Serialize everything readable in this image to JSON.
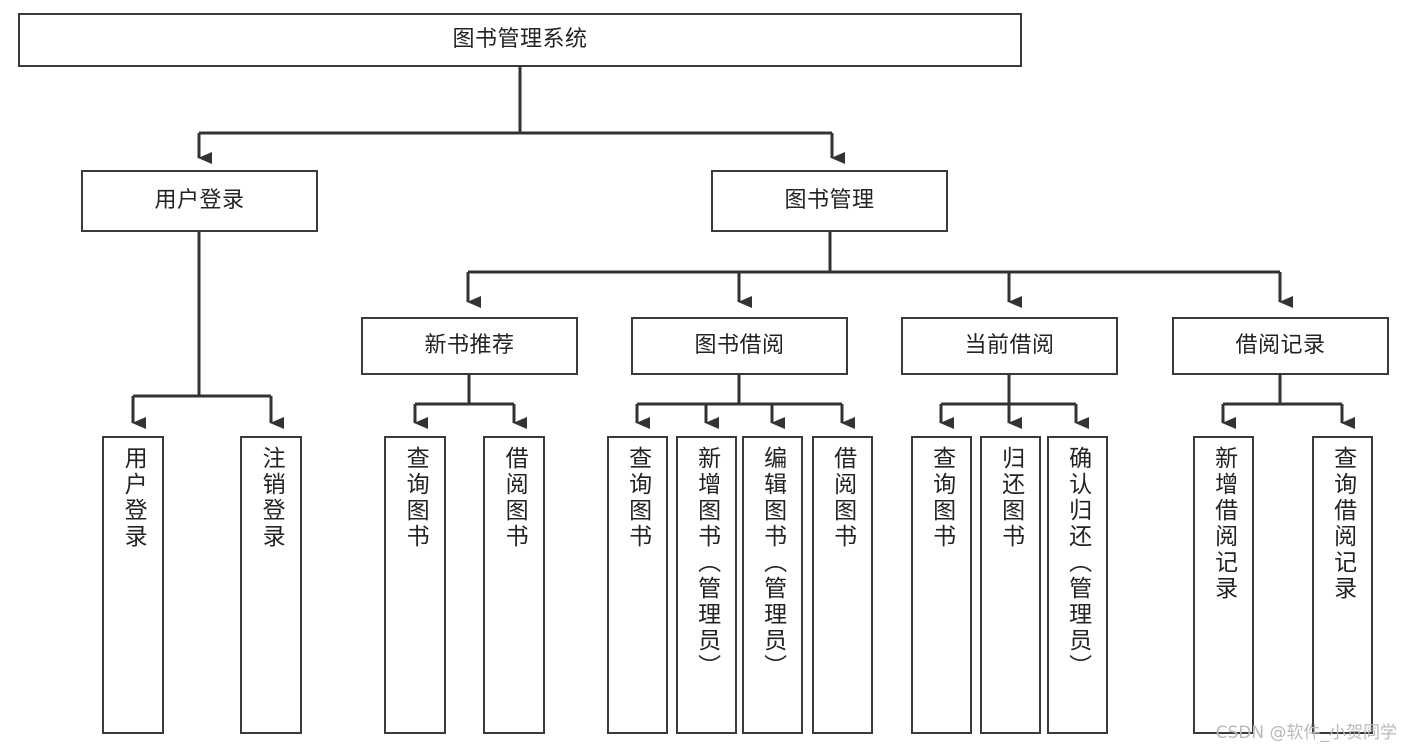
{
  "diagram": {
    "title": "图书管理系统",
    "type": "tree-structure-chart",
    "orientation": "top-down",
    "colors": {
      "box_border": "#3a3a3a",
      "box_fill": "#ffffff",
      "edge": "#333333",
      "text": "#232323",
      "watermark": "#b9b9b9"
    },
    "nodes": {
      "root": {
        "label": "图书管理系统"
      },
      "level2": [
        {
          "id": "user-login",
          "label": "用户登录"
        },
        {
          "id": "book-management",
          "label": "图书管理"
        }
      ],
      "level3": [
        {
          "id": "new-book-recommend",
          "label": "新书推荐"
        },
        {
          "id": "book-borrow",
          "label": "图书借阅"
        },
        {
          "id": "current-borrow",
          "label": "当前借阅"
        },
        {
          "id": "borrow-record",
          "label": "借阅记录"
        }
      ],
      "leaves": {
        "user_login": [
          {
            "id": "leaf-user-login",
            "label": "用户登录"
          },
          {
            "id": "leaf-logout-login",
            "label": "注销登录"
          }
        ],
        "new_book_recommend": [
          {
            "id": "leaf-query-book-1",
            "label": "查询图书"
          },
          {
            "id": "leaf-borrow-book-1",
            "label": "借阅图书"
          }
        ],
        "book_borrow": [
          {
            "id": "leaf-query-book-2",
            "label": "查询图书"
          },
          {
            "id": "leaf-add-book",
            "label": "新增图书（管理员）"
          },
          {
            "id": "leaf-edit-book",
            "label": "编辑图书（管理员）"
          },
          {
            "id": "leaf-borrow-book-2",
            "label": "借阅图书"
          }
        ],
        "current_borrow": [
          {
            "id": "leaf-query-book-3",
            "label": "查询图书"
          },
          {
            "id": "leaf-return-book",
            "label": "归还图书"
          },
          {
            "id": "leaf-confirm-return",
            "label": "确认归还（管理员）"
          }
        ],
        "borrow_record": [
          {
            "id": "leaf-add-borrow-record",
            "label": "新增借阅记录"
          },
          {
            "id": "leaf-query-borrow-record",
            "label": "查询借阅记录"
          }
        ]
      }
    }
  },
  "watermark": {
    "text": "CSDN @软件_小贺同学"
  }
}
